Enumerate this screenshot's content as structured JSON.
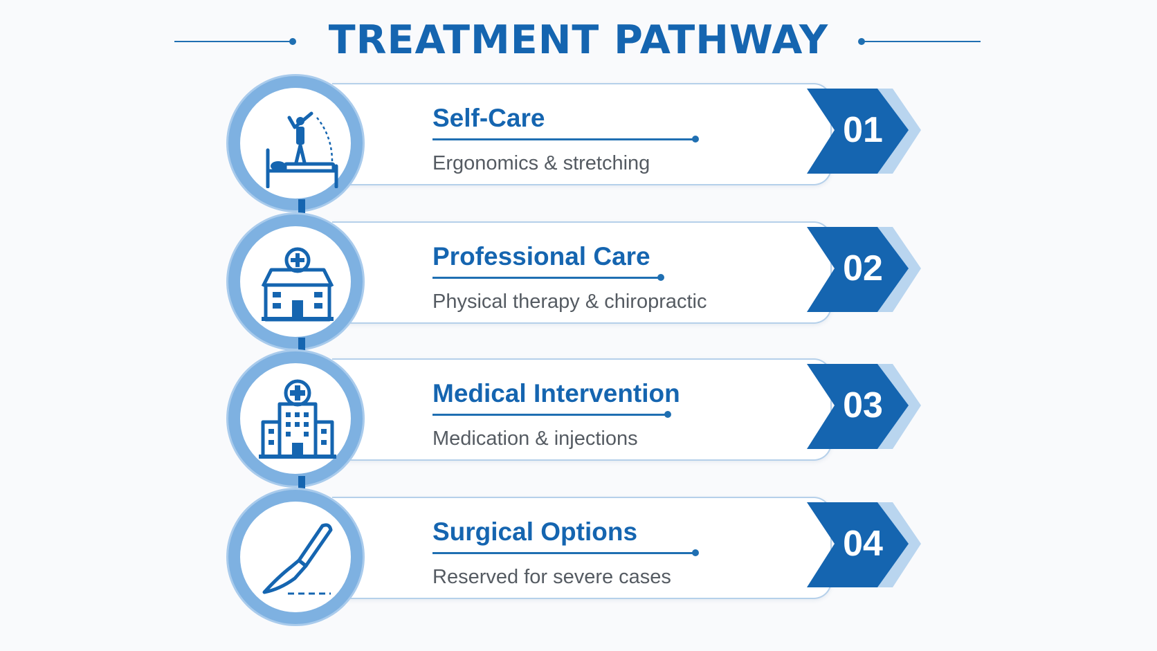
{
  "title": "TREATMENT PATHWAY",
  "colors": {
    "primary": "#1565b0",
    "circle_ring": "#7eb1e1",
    "chevron_back": "#b9d5ef",
    "subtitle_text": "#555b62"
  },
  "steps": [
    {
      "number": "01",
      "title": "Self-Care",
      "subtitle": "Ergonomics & stretching",
      "icon": "person-stretching-by-bed-icon"
    },
    {
      "number": "02",
      "title": "Professional Care",
      "subtitle": "Physical therapy & chiropractic",
      "icon": "clinic-building-icon"
    },
    {
      "number": "03",
      "title": "Medical Intervention",
      "subtitle": "Medication & injections",
      "icon": "hospital-building-icon"
    },
    {
      "number": "04",
      "title": "Surgical Options",
      "subtitle": "Reserved for severe cases",
      "icon": "scalpel-icon"
    }
  ]
}
